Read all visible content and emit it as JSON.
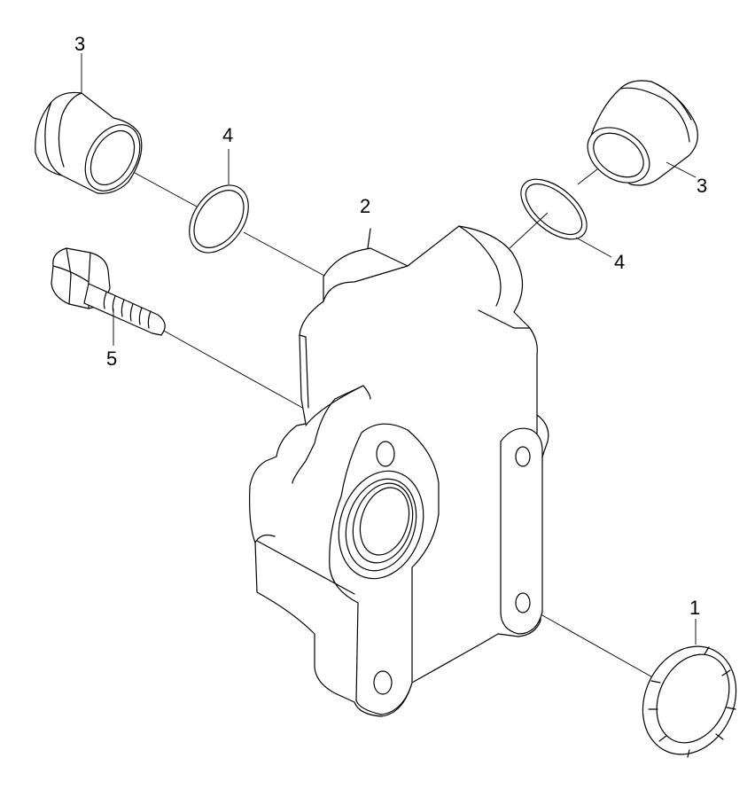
{
  "diagram": {
    "callouts": [
      {
        "id": "callout-1",
        "label": "1"
      },
      {
        "id": "callout-2",
        "label": "2"
      },
      {
        "id": "callout-3-left",
        "label": "3"
      },
      {
        "id": "callout-3-right",
        "label": "3"
      },
      {
        "id": "callout-4-left",
        "label": "4"
      },
      {
        "id": "callout-4-right",
        "label": "4"
      },
      {
        "id": "callout-5",
        "label": "5"
      }
    ]
  }
}
